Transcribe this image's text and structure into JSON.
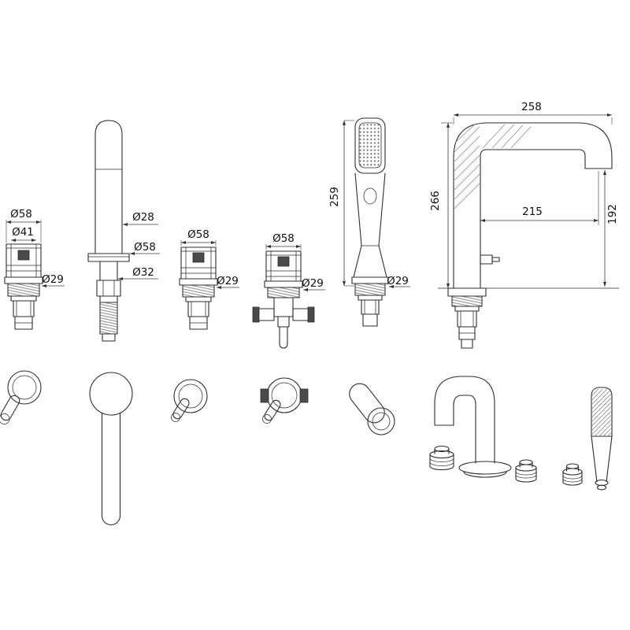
{
  "canvas": {
    "background": "#ffffff",
    "line_color": "#2e2e2e",
    "dim_text_color": "#111111"
  },
  "dimensions": {
    "valve_left": {
      "outer": "Ø58",
      "inner": "Ø41",
      "shank": "Ø29"
    },
    "spout_column": {
      "tube": "Ø28",
      "flange": "Ø58",
      "shank": "Ø32"
    },
    "valve_mid": {
      "outer": "Ø58",
      "shank": "Ø29"
    },
    "valve_diverter": {
      "outer": "Ø58",
      "shank": "Ø29"
    },
    "hand_shower": {
      "height": "259",
      "shank": "Ø29"
    },
    "main_spout": {
      "width": "258",
      "height": "266",
      "reach": "215",
      "outlet_height": "192"
    }
  }
}
